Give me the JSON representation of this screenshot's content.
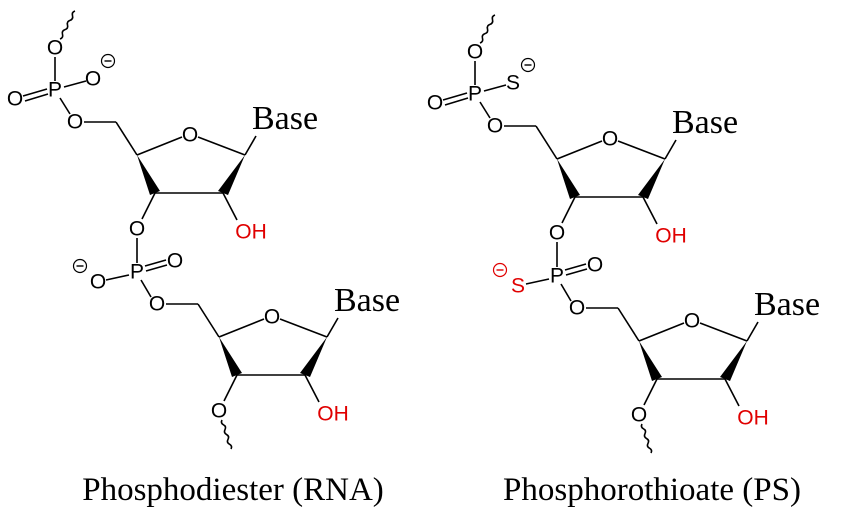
{
  "atoms": {
    "oxygen": "O",
    "phosphorus": "P",
    "sulfur": "S",
    "hydroxyl": "OH",
    "base": "Base"
  },
  "colors": {
    "highlight": "#e00000",
    "default": "#000000"
  },
  "panels": [
    {
      "caption": "Phosphodiester (RNA)",
      "top_charged_atom": "O",
      "top_charged_red": false,
      "bottom_charged_atom": "O",
      "bottom_charged_red": false
    },
    {
      "caption": "Phosphorothioate (PS)",
      "top_charged_atom": "S",
      "top_charged_red": false,
      "bottom_charged_atom": "S",
      "bottom_charged_red": true
    }
  ]
}
